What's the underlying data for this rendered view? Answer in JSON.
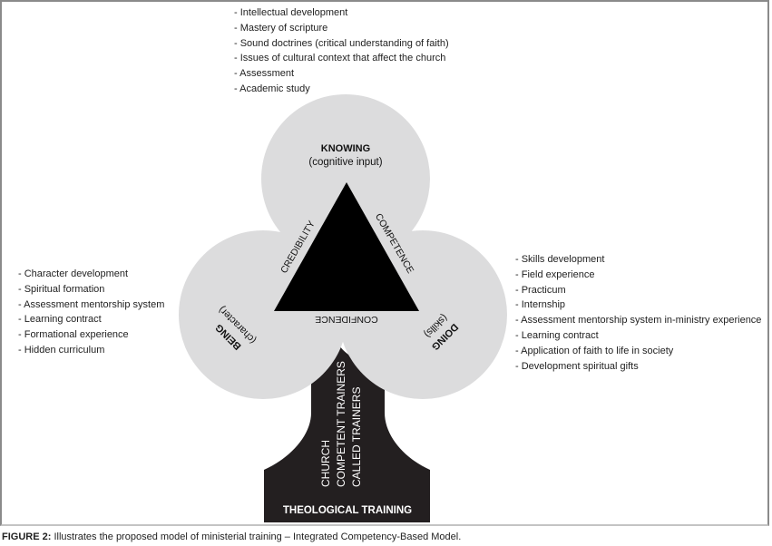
{
  "figure": {
    "caption_label": "FIGURE 2:",
    "caption_text": " Illustrates the proposed model of ministerial training – Integrated Competency-Based Model."
  },
  "knowing": {
    "title": "KNOWING",
    "subtitle": "(cognitive input)",
    "items": [
      "- Intellectual  development",
      "- Mastery of scripture",
      "- Sound doctrines (critical understanding of faith)",
      "- Issues of cultural context that affect the church",
      "- Assessment",
      "- Academic study"
    ]
  },
  "being": {
    "title": "BEING",
    "subtitle": "(character)",
    "items": [
      "- Character development",
      "- Spiritual formation",
      "- Assessment mentorship system",
      "- Learning contract",
      "- Formational experience",
      "- Hidden curriculum"
    ]
  },
  "doing": {
    "title": "DOING",
    "subtitle": "(skills)",
    "items": [
      "- Skills development",
      "- Field experience",
      "- Practicum",
      "- Internship",
      "- Assessment mentorship system in-ministry experience",
      "- Learning contract",
      "- Application of faith to life in society",
      "- Development spiritual gifts"
    ]
  },
  "triangle": {
    "left_side": "CREDIBILITY",
    "right_side": "COMPETENCE",
    "base": "CONFIDENCE"
  },
  "trunk": {
    "lines": [
      "CHURCH",
      "COMPETENT TRAINERS",
      "CALLED TRAINERS"
    ],
    "base_label": "THEOLOGICAL TRAINING"
  },
  "colors": {
    "circle_fill": "#dcdcdd",
    "triangle_fill": "#000000",
    "trunk_fill": "#231f20",
    "frame": "#8a8a8a"
  }
}
